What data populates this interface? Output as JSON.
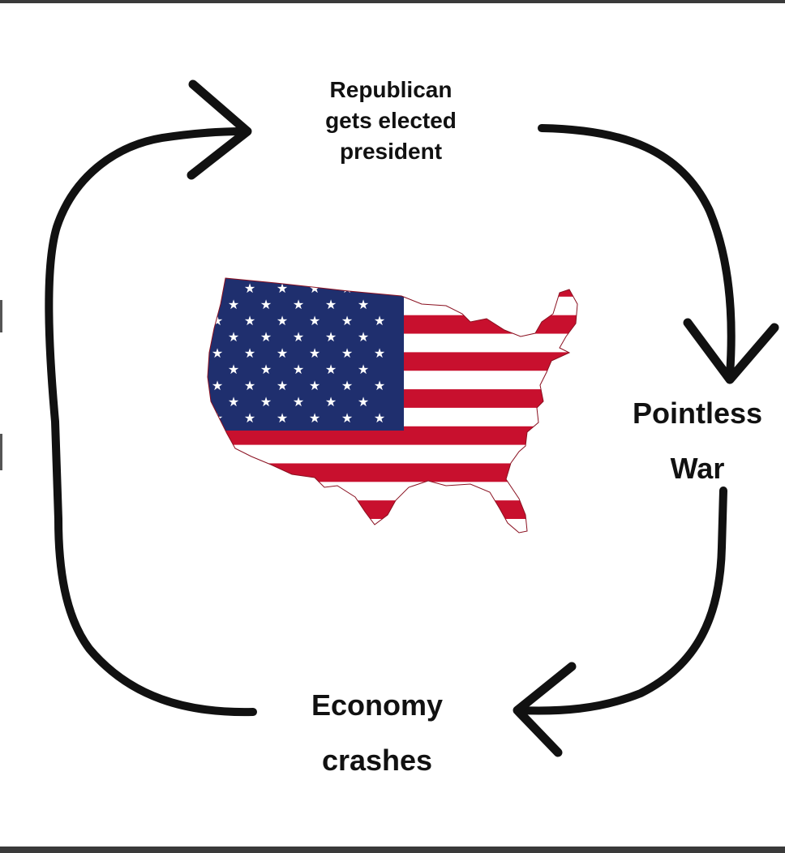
{
  "cycle": {
    "step1": {
      "lines": [
        "Republican",
        "gets elected",
        "president"
      ]
    },
    "step2": {
      "lines": [
        "Pointless",
        "War"
      ]
    },
    "step3": {
      "lines": [
        "Economy",
        "crashes"
      ]
    }
  },
  "flag": {
    "red": "#c8102e",
    "blue": "#1f2f6e",
    "white": "#ffffff",
    "star": "★"
  },
  "colors": {
    "arrow": "#111111",
    "text": "#111111",
    "frame": "#3a3a3a"
  }
}
